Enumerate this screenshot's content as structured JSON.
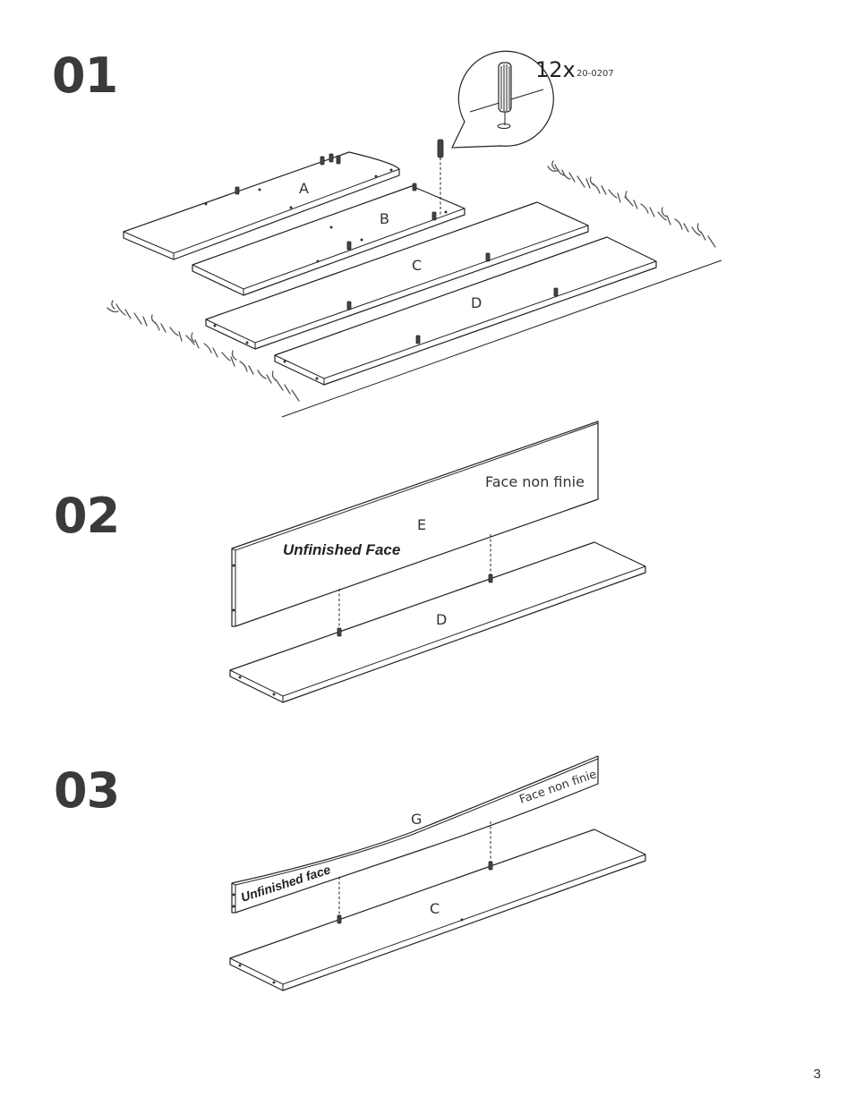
{
  "steps": [
    {
      "number": "01"
    },
    {
      "number": "02"
    },
    {
      "number": "03"
    }
  ],
  "hardware": {
    "quantity": "12x",
    "part_code": "20-0207"
  },
  "step1": {
    "labels": [
      "A",
      "B",
      "C",
      "D"
    ]
  },
  "step2": {
    "top_panel": "E",
    "bottom_panel": "D",
    "unfinished_label": "Unfinished Face",
    "face_label": "Face non finie"
  },
  "step3": {
    "top_panel": "G",
    "bottom_panel": "C",
    "unfinished_label": "Unfinished face",
    "face_label": "Face non finie"
  },
  "page_number": "3"
}
